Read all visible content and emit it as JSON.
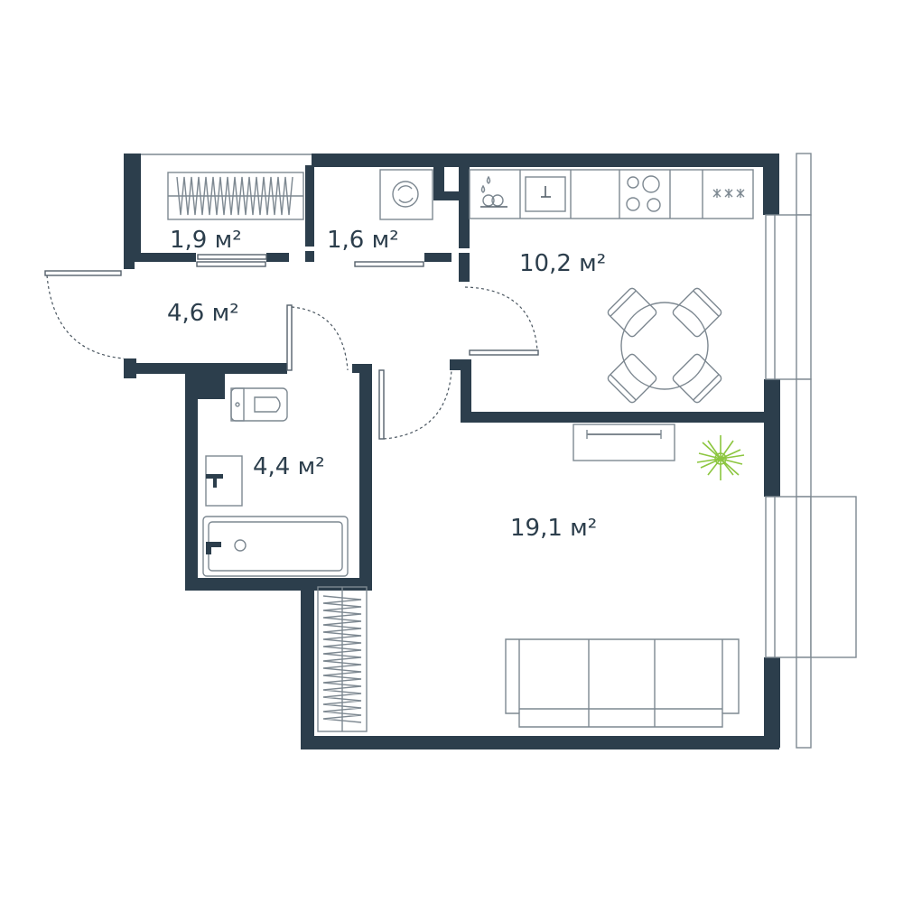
{
  "rooms": [
    {
      "id": "closet",
      "area": "1,9 м²"
    },
    {
      "id": "laundry",
      "area": "1,6 м²"
    },
    {
      "id": "kitchen",
      "area": "10,2 м²"
    },
    {
      "id": "hall",
      "area": "4,6 м²"
    },
    {
      "id": "bathroom",
      "area": "4,4 м²"
    },
    {
      "id": "living_room",
      "area": "19,1 м²"
    }
  ],
  "colors": {
    "wall": "#2c3e4c",
    "furniture_line": "#7d8891",
    "plant": "#8cc63f",
    "background": "#ffffff"
  },
  "icons": [
    "washing-machine-icon",
    "water-drops-icon",
    "dishes-icon",
    "plant-icon",
    "stove-icon"
  ]
}
